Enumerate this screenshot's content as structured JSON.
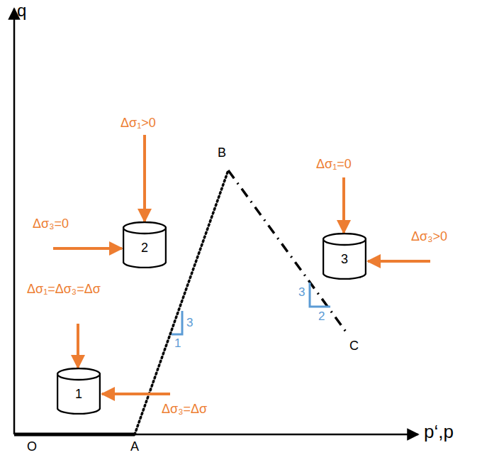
{
  "diagram": {
    "nodes": [
      {
        "text": [
          "1"
        ]
      },
      {
        "text": [
          "2"
        ]
      },
      {
        "text": [
          "3"
        ]
      }
    ],
    "labels": [
      "q",
      "p‘,p",
      "O",
      "A",
      "B",
      "C",
      "Δσ₁>0",
      "Δσ₃=0",
      "Δσ₁=Δσ₃=Δσ",
      "Δσ₃=Δσ",
      "Δσ₁=0",
      "Δσ₃>0",
      "3",
      "1",
      "3",
      "2"
    ]
  }
}
